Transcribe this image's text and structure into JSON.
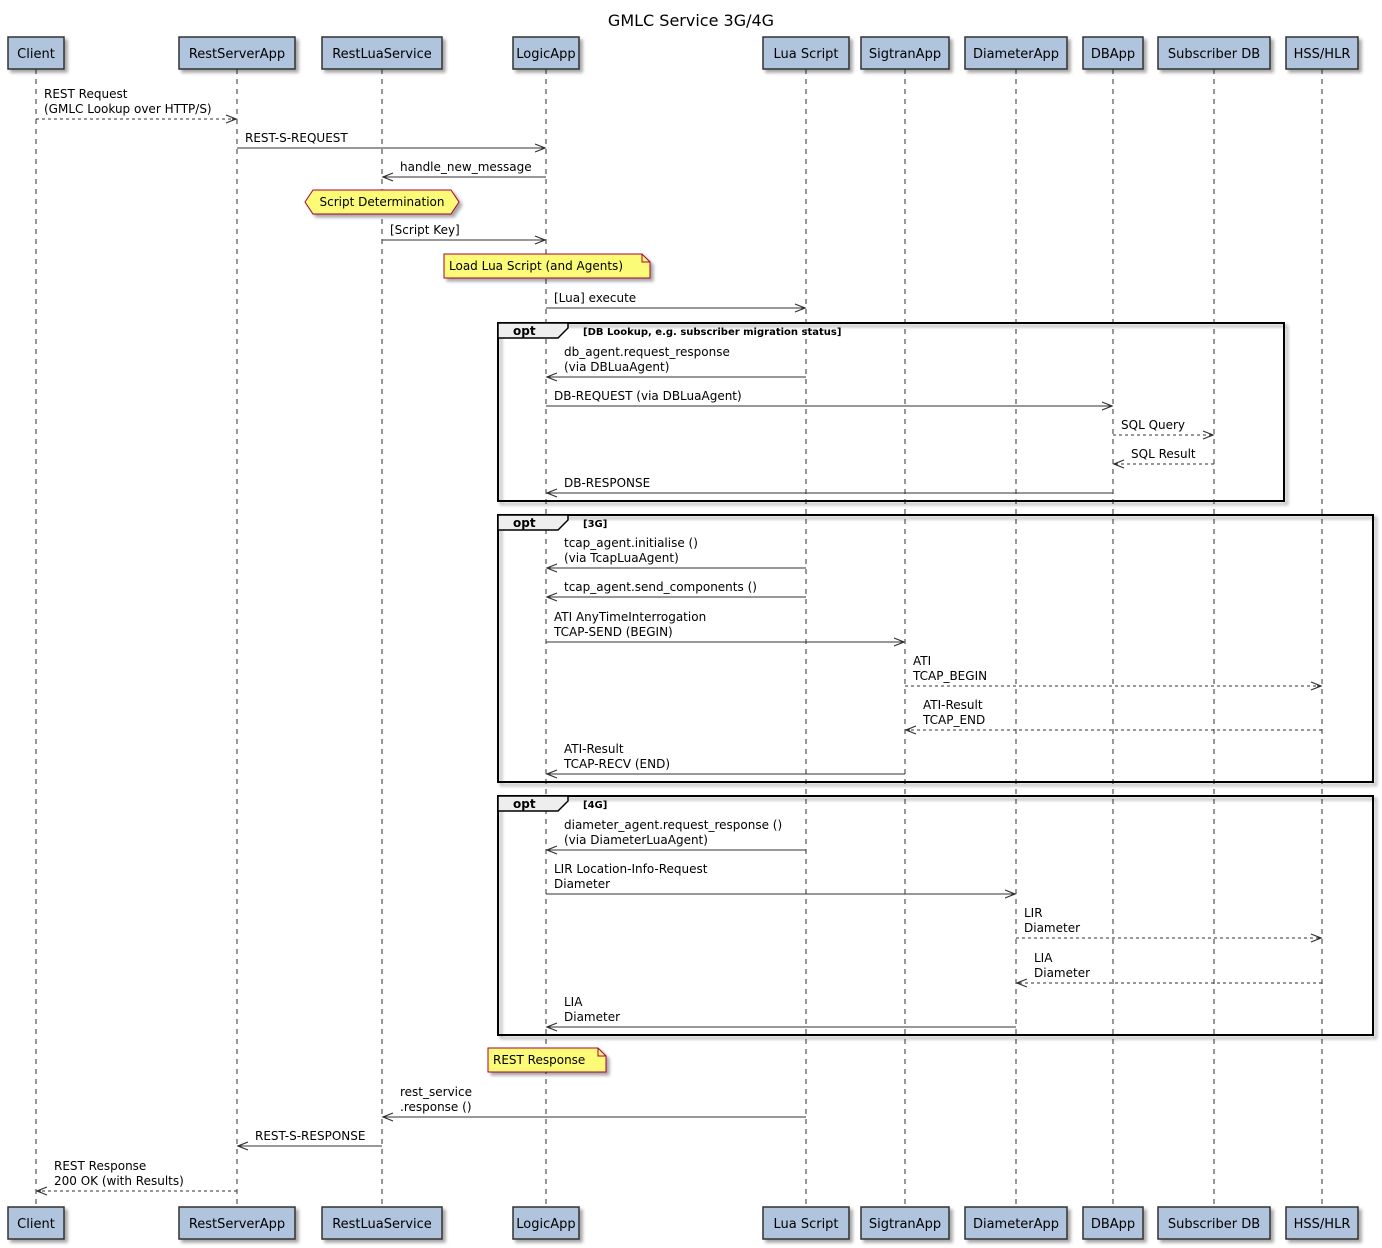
{
  "title": "GMLC Service 3G/4G",
  "participants": [
    "Client",
    "RestServerApp",
    "RestLuaService",
    "LogicApp",
    "Lua Script",
    "SigtranApp",
    "DiameterApp",
    "DBApp",
    "Subscriber DB",
    "HSS/HLR"
  ],
  "messages": [
    {
      "from": 0,
      "to": 1,
      "lines": [
        "REST Request",
        "(GMLC Lookup over HTTP/S)"
      ],
      "style": "dashed"
    },
    {
      "from": 1,
      "to": 3,
      "lines": [
        "REST-S-REQUEST"
      ],
      "style": "solid"
    },
    {
      "from": 3,
      "to": 2,
      "lines": [
        "handle_new_message"
      ],
      "style": "solid"
    },
    {
      "from": 2,
      "to": 3,
      "lines": [
        "[Script Key]"
      ],
      "style": "solid"
    },
    {
      "from": 3,
      "to": 4,
      "lines": [
        "[Lua] execute"
      ],
      "style": "solid"
    },
    {
      "from": 4,
      "to": 3,
      "lines": [
        "db_agent.request_response",
        "(via DBLuaAgent)"
      ],
      "style": "solid"
    },
    {
      "from": 3,
      "to": 7,
      "lines": [
        "DB-REQUEST (via DBLuaAgent)"
      ],
      "style": "solid"
    },
    {
      "from": 7,
      "to": 8,
      "lines": [
        "SQL Query"
      ],
      "style": "dashed"
    },
    {
      "from": 8,
      "to": 7,
      "lines": [
        "SQL Result"
      ],
      "style": "dashed"
    },
    {
      "from": 7,
      "to": 3,
      "lines": [
        "DB-RESPONSE"
      ],
      "style": "solid"
    },
    {
      "from": 4,
      "to": 3,
      "lines": [
        "tcap_agent.initialise ()",
        "(via TcapLuaAgent)"
      ],
      "style": "solid"
    },
    {
      "from": 4,
      "to": 3,
      "lines": [
        "tcap_agent.send_components ()"
      ],
      "style": "solid"
    },
    {
      "from": 3,
      "to": 5,
      "lines": [
        "ATI AnyTimeInterrogation",
        "TCAP-SEND (BEGIN)"
      ],
      "style": "solid"
    },
    {
      "from": 5,
      "to": 9,
      "lines": [
        "ATI",
        "TCAP_BEGIN"
      ],
      "style": "dashed"
    },
    {
      "from": 9,
      "to": 5,
      "lines": [
        "ATI-Result",
        "TCAP_END"
      ],
      "style": "dashed"
    },
    {
      "from": 5,
      "to": 3,
      "lines": [
        "ATI-Result",
        "TCAP-RECV (END)"
      ],
      "style": "solid"
    },
    {
      "from": 4,
      "to": 3,
      "lines": [
        "diameter_agent.request_response ()",
        "(via DiameterLuaAgent)"
      ],
      "style": "solid"
    },
    {
      "from": 3,
      "to": 6,
      "lines": [
        "LIR Location-Info-Request",
        "Diameter"
      ],
      "style": "solid"
    },
    {
      "from": 6,
      "to": 9,
      "lines": [
        "LIR",
        "Diameter"
      ],
      "style": "dashed"
    },
    {
      "from": 9,
      "to": 6,
      "lines": [
        "LIA",
        "Diameter"
      ],
      "style": "dashed"
    },
    {
      "from": 6,
      "to": 3,
      "lines": [
        "LIA",
        "Diameter"
      ],
      "style": "solid"
    },
    {
      "from": 4,
      "to": 2,
      "lines": [
        "rest_service",
        ".response ()"
      ],
      "style": "solid"
    },
    {
      "from": 2,
      "to": 1,
      "lines": [
        "REST-S-RESPONSE"
      ],
      "style": "solid"
    },
    {
      "from": 1,
      "to": 0,
      "lines": [
        "REST Response",
        "200 OK (with Results)"
      ],
      "style": "dashed"
    }
  ],
  "hexagon_notes": [
    {
      "text": "Script Determination",
      "over": 2
    }
  ],
  "notes": [
    {
      "text": "Load Lua Script (and Agents)",
      "over": 3
    },
    {
      "text": "REST Response",
      "over": 3
    }
  ],
  "frames": [
    {
      "keyword": "opt",
      "condition": "DB Lookup, e.g. subscriber migration status"
    },
    {
      "keyword": "opt",
      "condition": "3G"
    },
    {
      "keyword": "opt",
      "condition": "4G"
    }
  ],
  "colors": {
    "participant_fill": "#b0c4de",
    "participant_border": "#303030",
    "note_fill": "#fbfb77",
    "note_border": "#a80036",
    "lifeline": "#303030",
    "arrow": "#303030"
  }
}
